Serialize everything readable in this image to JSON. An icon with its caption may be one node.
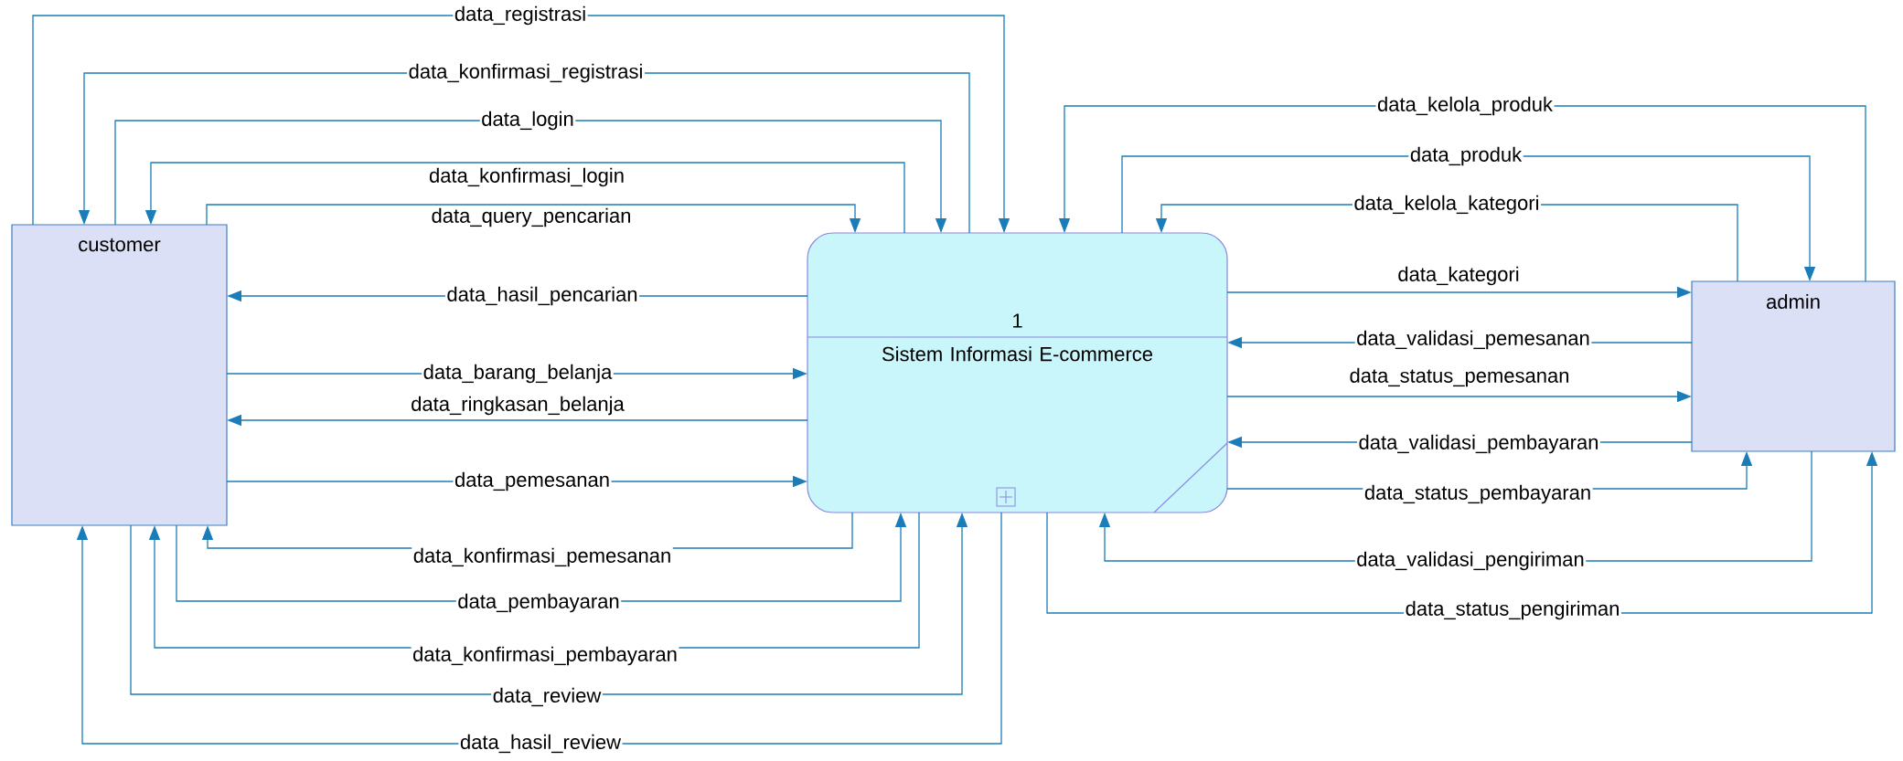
{
  "diagram": {
    "nodes": [
      {
        "text": [
          "customer"
        ]
      },
      {
        "text": [
          "1",
          "Sistem Informasi E-commerce"
        ]
      },
      {
        "text": [
          "admin"
        ]
      }
    ],
    "edges": [
      {
        "from": 0,
        "to": 1,
        "arrow": "to",
        "label": "data_registrasi"
      },
      {
        "from": 1,
        "to": 0,
        "arrow": "to",
        "label": "data_konfirmasi_registrasi"
      },
      {
        "from": 0,
        "to": 1,
        "arrow": "to",
        "label": "data_login"
      },
      {
        "from": 1,
        "to": 0,
        "arrow": "to",
        "label": "data_konfirmasi_login"
      },
      {
        "from": 0,
        "to": 1,
        "arrow": "to",
        "label": "data_query_pencarian"
      },
      {
        "from": 1,
        "to": 0,
        "arrow": "to",
        "label": "data_hasil_pencarian"
      },
      {
        "from": 0,
        "to": 1,
        "arrow": "to",
        "label": "data_barang_belanja"
      },
      {
        "from": 1,
        "to": 0,
        "arrow": "to",
        "label": "data_ringkasan_belanja"
      },
      {
        "from": 0,
        "to": 1,
        "arrow": "to",
        "label": "data_pemesanan"
      },
      {
        "from": 1,
        "to": 0,
        "arrow": "to",
        "label": "data_konfirmasi_pemesanan"
      },
      {
        "from": 0,
        "to": 1,
        "arrow": "to",
        "label": "data_pembayaran"
      },
      {
        "from": 1,
        "to": 0,
        "arrow": "to",
        "label": "data_konfirmasi_pembayaran"
      },
      {
        "from": 0,
        "to": 1,
        "arrow": "to",
        "label": "data_review"
      },
      {
        "from": 1,
        "to": 0,
        "arrow": "to",
        "label": "data_hasil_review"
      },
      {
        "from": 2,
        "to": 1,
        "arrow": "to",
        "label": "data_kelola_produk"
      },
      {
        "from": 1,
        "to": 2,
        "arrow": "to",
        "label": "data_produk"
      },
      {
        "from": 2,
        "to": 1,
        "arrow": "to",
        "label": "data_kelola_kategori"
      },
      {
        "from": 1,
        "to": 2,
        "arrow": "to",
        "label": "data_kategori"
      },
      {
        "from": 2,
        "to": 1,
        "arrow": "to",
        "label": "data_validasi_pemesanan"
      },
      {
        "from": 1,
        "to": 2,
        "arrow": "to",
        "label": "data_status_pemesanan"
      },
      {
        "from": 2,
        "to": 1,
        "arrow": "to",
        "label": "data_validasi_pembayaran"
      },
      {
        "from": 1,
        "to": 2,
        "arrow": "to",
        "label": "data_status_pembayaran"
      },
      {
        "from": 2,
        "to": 1,
        "arrow": "to",
        "label": "data_validasi_pengiriman"
      },
      {
        "from": 1,
        "to": 2,
        "arrow": "to",
        "label": "data_status_pengiriman"
      }
    ]
  }
}
